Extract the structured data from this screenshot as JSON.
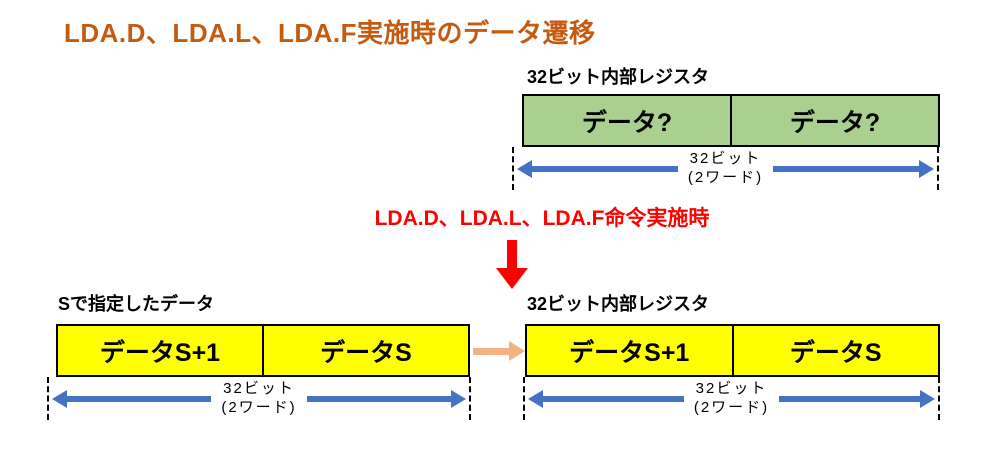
{
  "title": "LDA.D、LDA.L、LDA.F実施時のデータ遷移",
  "colors": {
    "title_text": "#C55A11",
    "register_fill": "#A9D08E",
    "data_fill": "#FFFF00",
    "measure_arrow": "#4472C4",
    "transfer_arrow": "#F4B183",
    "transition_text": "#FF0000",
    "border": "#000000"
  },
  "icons": {
    "transition_arrow": "down-arrow",
    "transfer_arrow": "right-arrow",
    "measure_arrow": "double-headed-horizontal-arrow"
  },
  "top_register": {
    "label": "32ビット内部レジスタ",
    "cells": [
      "データ?",
      "データ?"
    ],
    "bits": {
      "line1": "32ビット",
      "line2": "(2ワード)"
    }
  },
  "transition": {
    "caption": "LDA.D、LDA.L、LDA.F命令実施時"
  },
  "source": {
    "label": "Sで指定したデータ",
    "cells": [
      "データS+1",
      "データS"
    ],
    "bits": {
      "line1": "32ビット",
      "line2": "(2ワード)"
    }
  },
  "dest_register": {
    "label": "32ビット内部レジスタ",
    "cells": [
      "データS+1",
      "データS"
    ],
    "bits": {
      "line1": "32ビット",
      "line2": "(2ワード)"
    }
  }
}
